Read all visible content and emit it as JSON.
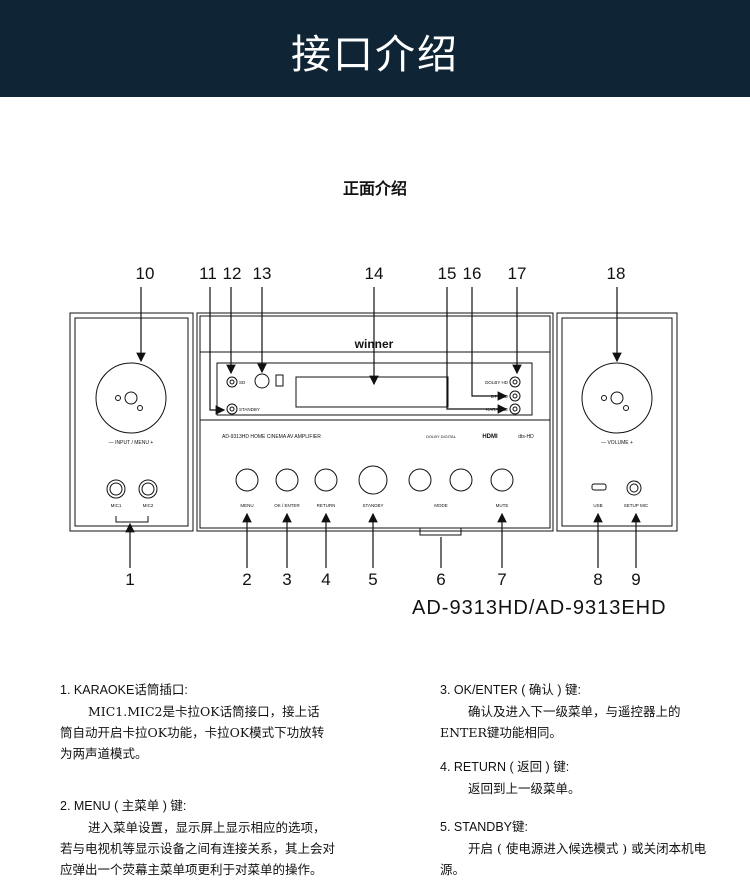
{
  "header": {
    "title": "接口介绍"
  },
  "section_title": "正面介绍",
  "callouts_top": [
    "10",
    "11",
    "12",
    "13",
    "14",
    "15",
    "16",
    "17",
    "18"
  ],
  "callouts_bottom": [
    "1",
    "2",
    "3",
    "4",
    "5",
    "6",
    "7",
    "8",
    "9"
  ],
  "panel": {
    "brand": "winner",
    "model_small": "AD-9313HD  HOME CINEMA AV AMPLIFIER",
    "labels": {
      "input_menu": "— INPUT / MENU +",
      "volume": "—   VOLUME   +",
      "mic1": "MIC1",
      "mic2": "MIC2",
      "menu": "MENU",
      "ok_enter": "OK / ENTER",
      "return": "RETURN",
      "standby": "STANDBY",
      "mode": "MODE",
      "mute": "MUTE",
      "usb": "USB",
      "setup_mic": "SETUP MIC",
      "display_left1": "SD",
      "display_left2": "STANDBY",
      "display_right1": "DOLBY HD",
      "display_right2": "DTS-HD",
      "display_right3": "KARAOKE",
      "hdmi": "HDMI",
      "dolby_logo": "DOLBY DIGITAL",
      "dts_logo": "dts-HD"
    }
  },
  "model_line": "AD-9313HD/AD-9313EHD",
  "sections": [
    {
      "title": "1. KARAOKE话筒插口:",
      "body": "MIC1.MIC2是卡拉OK话筒接口，接上话筒自动开启卡拉OK功能，卡拉OK模式下功放转为两声道模式。"
    },
    {
      "title": "2. MENU ( 主菜单 ) 键:",
      "body": "进入菜单设置，显示屏上显示相应的选项，若与电视机等显示设备之间有连接关系，其上会对应弹出一个荧幕主菜单项更利于对菜单的操作。"
    },
    {
      "title": "3. OK/ENTER ( 确认 ) 键:",
      "body": "确认及进入下一级菜单，与遥控器上的ENTER键功能相同。"
    },
    {
      "title": "4. RETURN ( 返回 ) 键:",
      "body": "返回到上一级菜单。"
    },
    {
      "title": "5. STANDBY键:",
      "body": "开启 ( 使电源进入候选模式 ) 或关闭本机电源。"
    }
  ]
}
